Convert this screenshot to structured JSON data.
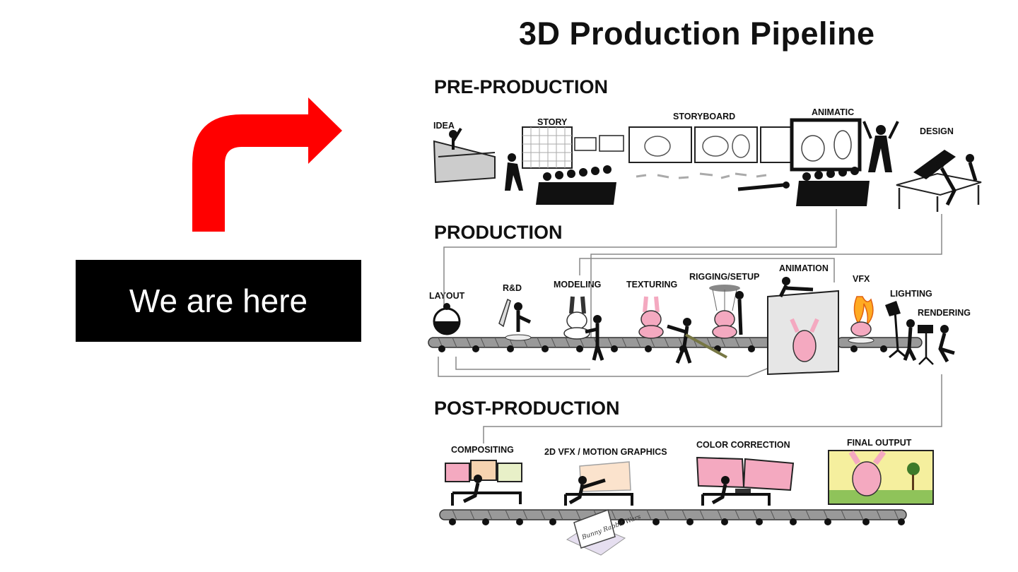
{
  "title": "3D Production Pipeline",
  "marker": {
    "label": "We are here",
    "arrow_color": "#ff0000"
  },
  "sections": [
    {
      "id": "pre",
      "label": "PRE-PRODUCTION",
      "stages": [
        "IDEA",
        "STORY",
        "STORYBOARD",
        "ANIMATIC",
        "DESIGN"
      ]
    },
    {
      "id": "prod",
      "label": "PRODUCTION",
      "stages": [
        "LAYOUT",
        "R&D",
        "MODELING",
        "TEXTURING",
        "RIGGING/SETUP",
        "ANIMATION",
        "VFX",
        "LIGHTING",
        "RENDERING"
      ]
    },
    {
      "id": "post",
      "label": "POST-PRODUCTION",
      "stages": [
        "COMPOSITING",
        "2D VFX / MOTION GRAPHICS",
        "COLOR CORRECTION",
        "FINAL OUTPUT"
      ]
    }
  ],
  "package_label": "Bunny Rabbit Wars",
  "colors": {
    "bunny": "#f4a9c0",
    "belt": "#777777",
    "flame": "#ffaa22",
    "sky": "#f5ef9e",
    "grass": "#8fc35a"
  }
}
